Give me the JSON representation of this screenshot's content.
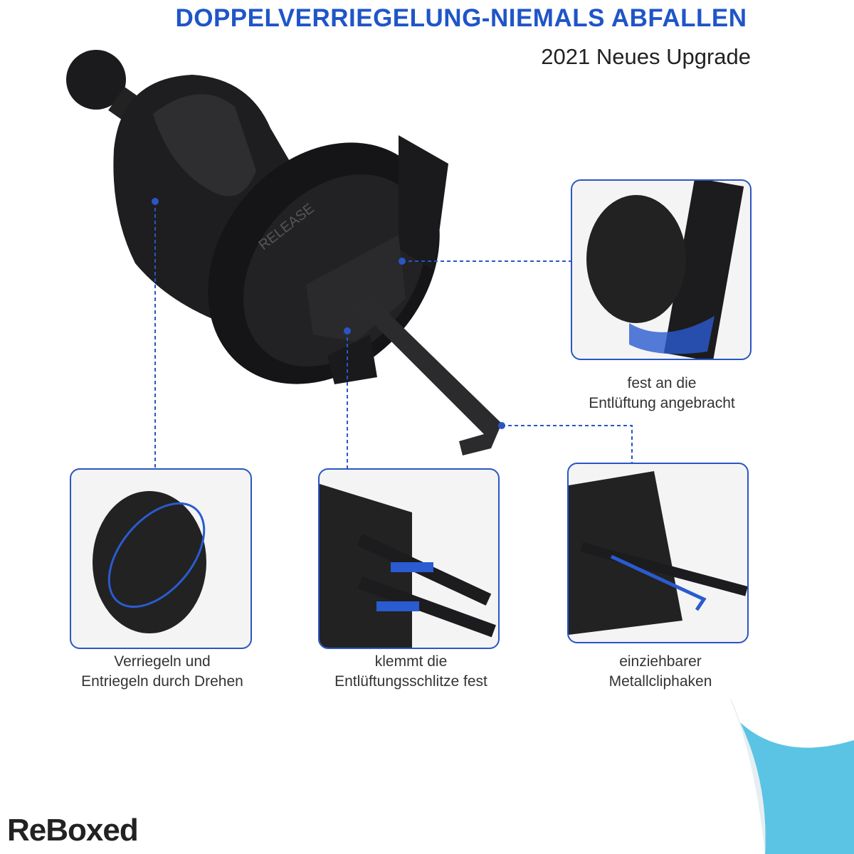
{
  "header": {
    "title": "DOPPELVERRIEGELUNG-NIEMALS ABFALLEN",
    "subtitle": "2021 Neues Upgrade"
  },
  "product": {
    "ring_label": "RELEASE"
  },
  "features": [
    {
      "caption_line1": "fest an die",
      "caption_line2": "Entlüftung angebracht"
    },
    {
      "caption_line1": "Verriegeln und",
      "caption_line2": "Entriegeln durch Drehen"
    },
    {
      "caption_line1": "klemmt die",
      "caption_line2": "Entlüftungsschlitze fest"
    },
    {
      "caption_line1": "einziehbarer",
      "caption_line2": "Metallcliphaken"
    }
  ],
  "logo": "ReBoxed",
  "colors": {
    "accent": "#1f55c8",
    "product": "#1c1c1e",
    "curl": "#5bc4e4"
  }
}
